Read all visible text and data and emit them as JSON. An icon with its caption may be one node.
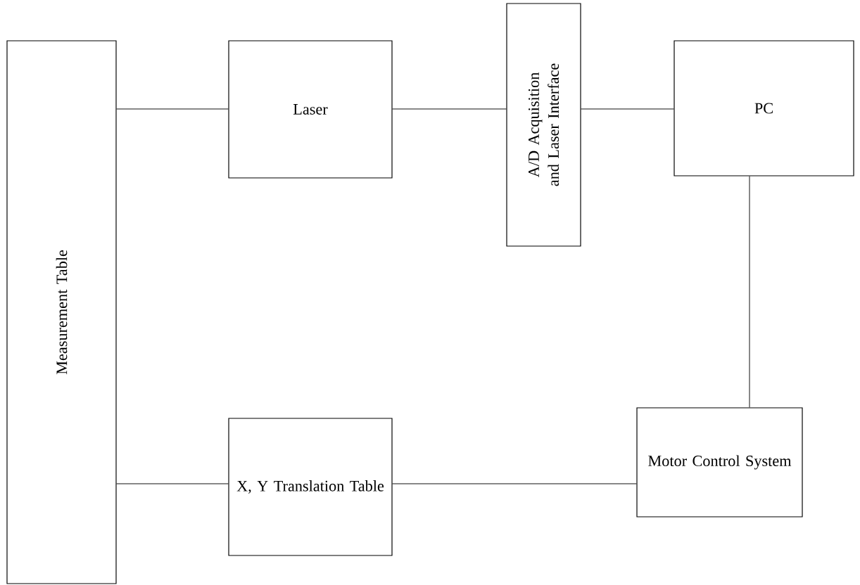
{
  "diagram": {
    "nodes": [
      {
        "text": [
          "Measurement Table"
        ]
      },
      {
        "text": [
          "Laser"
        ]
      },
      {
        "text": [
          "A/D Acquisition and Laser Interface"
        ]
      },
      {
        "text": [
          "PC"
        ]
      },
      {
        "text": [
          "X, Y Translation Table"
        ]
      },
      {
        "text": [
          "Motor Control System"
        ]
      }
    ],
    "edges": [
      {
        "from": 0,
        "to": 1,
        "arrow": "none"
      },
      {
        "from": 1,
        "to": 2,
        "arrow": "none"
      },
      {
        "from": 2,
        "to": 3,
        "arrow": "none"
      },
      {
        "from": 3,
        "to": 5,
        "arrow": "none"
      },
      {
        "from": 5,
        "to": 4,
        "arrow": "none"
      },
      {
        "from": 0,
        "to": 4,
        "arrow": "none"
      }
    ]
  }
}
